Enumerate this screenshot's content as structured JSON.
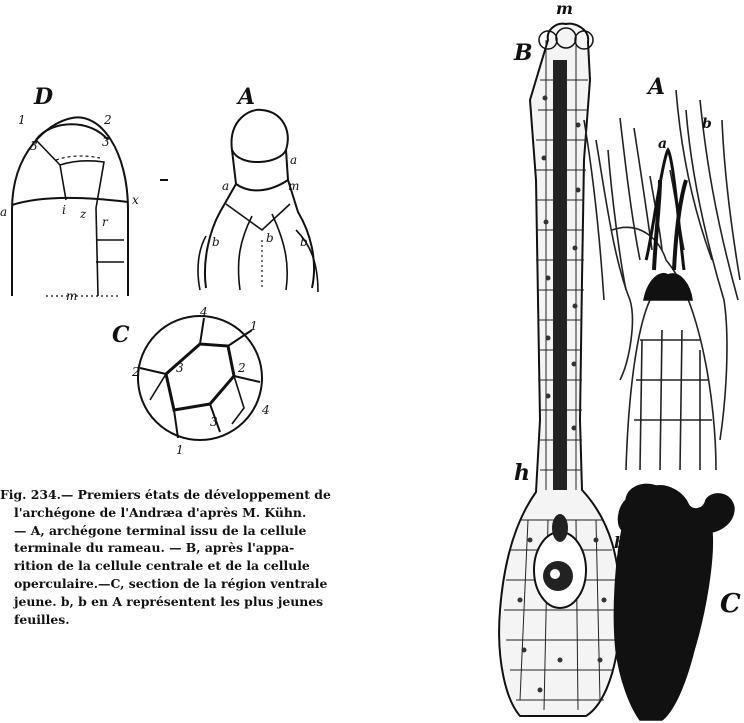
{
  "labels": {
    "top_left_D": "D",
    "top_middle_A": "A",
    "middle_C": "C",
    "right_B": "B",
    "right_m": "m",
    "right_A": "A",
    "right_a": "a",
    "right_b": "b",
    "right_h": "h",
    "right_b_lower": "b",
    "right_C": "C",
    "dn_1": "1",
    "dn_2": "2",
    "dn_3": "3",
    "dn_3b": "3",
    "dn_a": "a",
    "dn_x": "x",
    "dn_i": "i",
    "dn_z": "z",
    "dn_r": "r",
    "dn_m": "m",
    "da_a": "a",
    "da_a2": "a",
    "da_m": "m",
    "da_b": "b",
    "da_b2": "b",
    "da_b3": "b",
    "dc_4": "4",
    "dc_1": "1",
    "dc_2": "2",
    "dc_3": "3",
    "dc_2b": "2",
    "dc_3b": "3",
    "dc_4b": "4",
    "dc_1b": "1"
  },
  "caption": {
    "line1": "Fig. 234.— Premiers états de développement de",
    "line2": "l'archégone de l'Andræa d'après M. Kühn.",
    "line3": "— A, archégone terminal issu de la cellule",
    "line4": "terminale du rameau. — B, après l'appa-",
    "line5": "rition de la cellule centrale et de la cellule",
    "line6": "operculaire.—C, section de la région ventrale",
    "line7": "jeune. b, b en A représentent les plus jeunes",
    "line8": "feuilles."
  }
}
